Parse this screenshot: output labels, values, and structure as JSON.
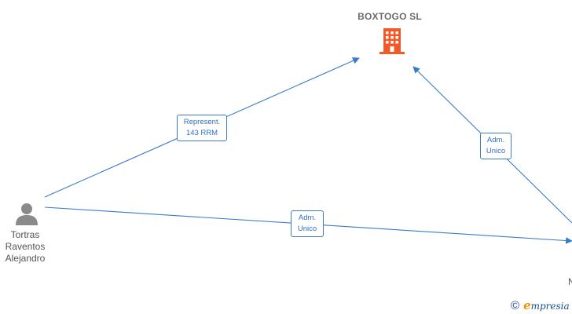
{
  "company": {
    "name": "BOXTOGO  SL",
    "icon": "building-icon",
    "color": "#f05a28"
  },
  "person": {
    "icon": "person-icon",
    "name_lines": [
      "Tortras",
      "Raventos",
      "Alejandro"
    ]
  },
  "edges": [
    {
      "id": "person-to-company",
      "label_lines": [
        "Represent.",
        "143 RRM"
      ]
    },
    {
      "id": "right-to-company",
      "label_lines": [
        "Adm.",
        "Unico"
      ]
    },
    {
      "id": "person-to-right",
      "label_lines": [
        "Adm.",
        "Unico"
      ]
    }
  ],
  "offscreen_node": {
    "partial_text": "N"
  },
  "watermark": {
    "symbol": "©",
    "brand_initial": "e",
    "brand_rest": "mpresia"
  },
  "colors": {
    "edge": "#3a7bc8",
    "label_text": "#2f6fbf",
    "person": "#8a8a8a"
  }
}
